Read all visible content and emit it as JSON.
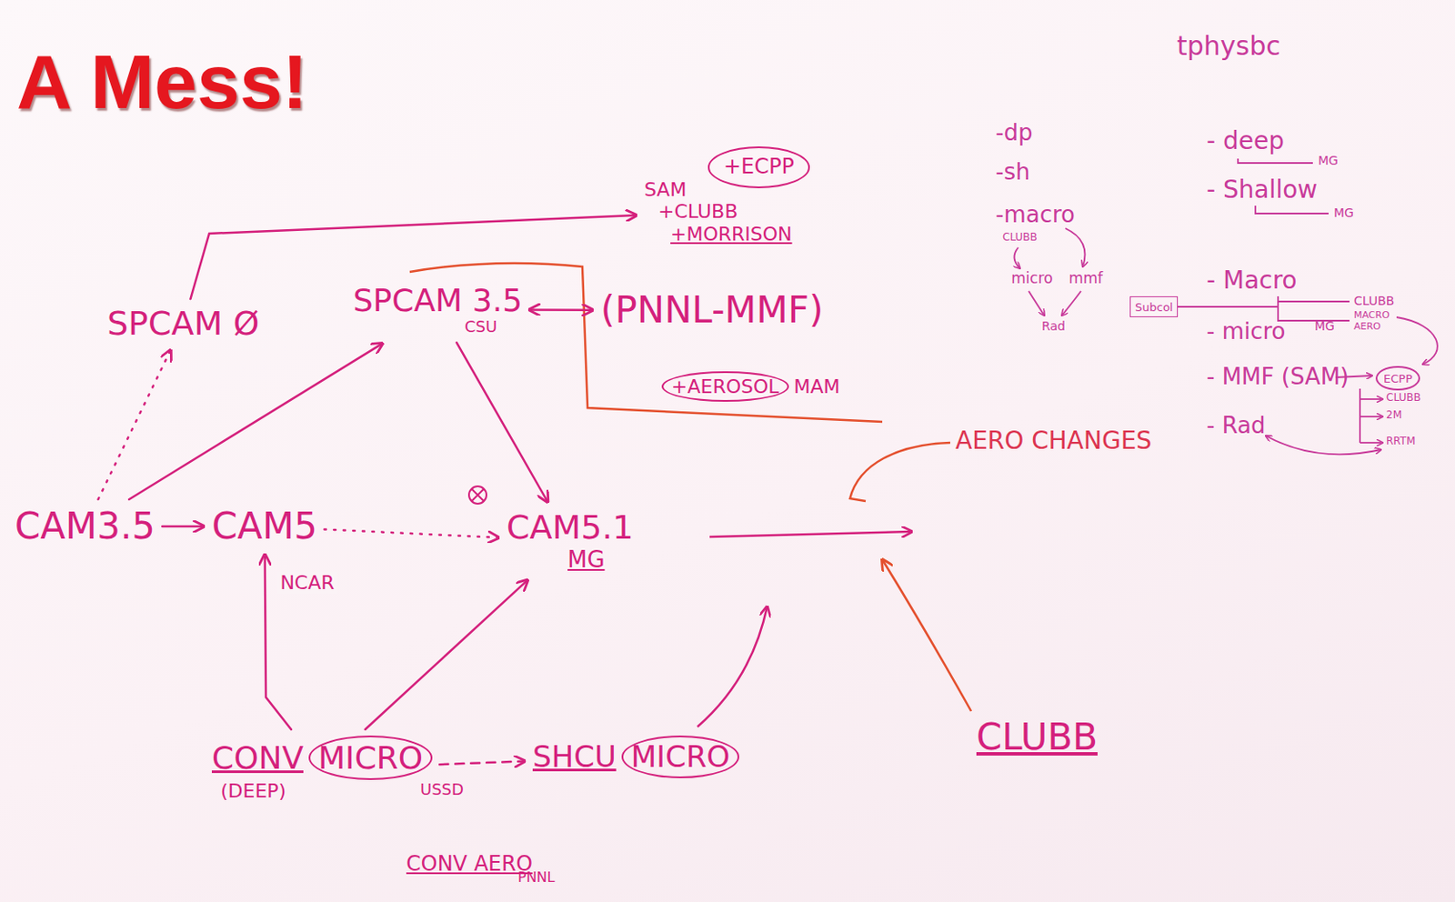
{
  "diagram": {
    "title": "A Mess!",
    "nodes": [
      {
        "text": [
          "+ECPP"
        ]
      },
      {
        "text": [
          "SAM",
          "+CLUBB",
          "+MORRISON"
        ]
      },
      {
        "text": [
          "SPCAM Ø"
        ]
      },
      {
        "text": [
          "SPCAM 3.5",
          "CSU"
        ]
      },
      {
        "text": [
          "(PNNL-MMF)"
        ]
      },
      {
        "text": [
          "+AEROSOL",
          "MAM"
        ]
      },
      {
        "text": [
          "CAM3.5"
        ]
      },
      {
        "text": [
          "CAM5"
        ]
      },
      {
        "text": [
          "CAM5.1",
          "MG"
        ]
      },
      {
        "text": [
          "CONV",
          "MICRO",
          "(DEEP)"
        ]
      },
      {
        "text": [
          "SHCU",
          "MICRO"
        ]
      },
      {
        "text": [
          "Subcol"
        ]
      },
      {
        "text": [
          "ECPP"
        ]
      }
    ],
    "edges": [
      {
        "from": 2,
        "to": 1,
        "arrow": "to"
      },
      {
        "from": 6,
        "to": 2,
        "arrow": "to"
      },
      {
        "from": 6,
        "to": 3,
        "arrow": "to"
      },
      {
        "from": 3,
        "to": 4,
        "arrow": "both"
      },
      {
        "from": 6,
        "to": 7,
        "arrow": "to"
      },
      {
        "from": 7,
        "to": 8,
        "arrow": "to"
      },
      {
        "from": 3,
        "to": 8,
        "arrow": "to"
      },
      {
        "from": 9,
        "to": 7,
        "arrow": "to",
        "label": "NCAR"
      },
      {
        "from": 9,
        "to": 8,
        "arrow": "to"
      },
      {
        "from": 9,
        "to": 10,
        "arrow": "to"
      }
    ],
    "labels": [
      "tphysbc",
      "-dp",
      "-sh",
      "-macro",
      "CLUBB",
      "micro",
      "mmf",
      "Rad",
      "- deep",
      "MG",
      "- Shallow",
      "MG",
      "- Macro",
      "CLUBB",
      "MACRO AERO",
      "- micro",
      "MG",
      "- MMF (SAM)",
      "CLUBB",
      "2M",
      "RRTM",
      "- Rad",
      "AERO CHANGES",
      "CLUBB",
      "USSD",
      "CONV AERO",
      "PNNL"
    ]
  }
}
